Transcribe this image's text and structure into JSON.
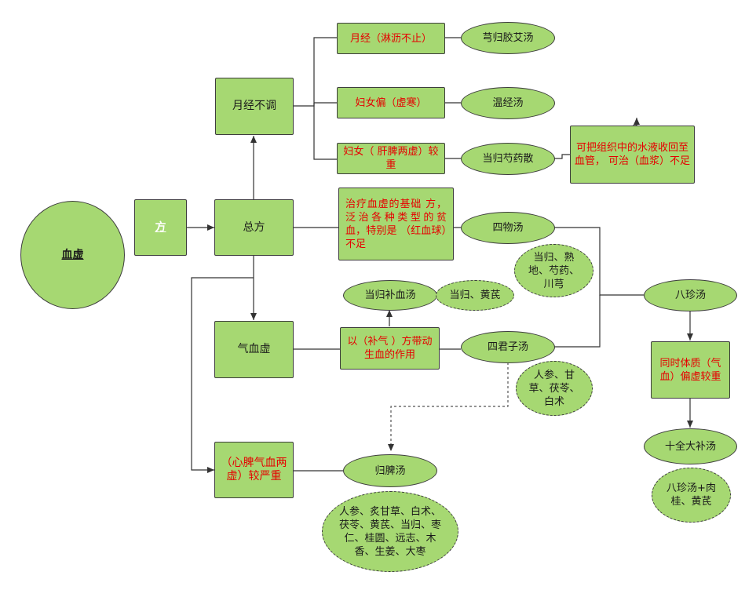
{
  "nodes": {
    "root": "血虚",
    "fang": "方",
    "zongfang": "总方",
    "yuejing_butiao": "月经不调",
    "qixuexu": "气血虚",
    "xinpi": "（心脾气血两虚）较严重",
    "yuejing_linli": "月经（淋沥不止）",
    "fuyu_xuhan": "妇女偏（虚寒）",
    "fuyu_ganpi": "妇女（ 肝脾两虚）较重",
    "xionggui": "芎归胶艾汤",
    "wenjing": "温经汤",
    "danggui_shaoyao": "当归芍药散",
    "shuiye_note": "可把组织中的水液收回至血管， 可治（血浆）不足",
    "zhiliao_note": "治疗血虚的基础 方，泛治各种类型的贫血，特别是 （红血球）不足",
    "siwu": "四物汤",
    "siwu_herbs": "当归、熟地、芍药、川芎",
    "danggui_buxue": "当归补血汤",
    "buxue_herbs": "当归、黄芪",
    "buqi_note": "以（补气 ）方带动生血的作用",
    "sijunzi": "四君子汤",
    "sijunzi_herbs": "人参、甘草、茯苓、白术",
    "bazhen": "八珍汤",
    "tizhi_note": "同时体质（气血）偏虚较重",
    "shiquan": "十全大补汤",
    "shiquan_herbs": "八珍汤+肉桂、黄芪",
    "guipi": "归脾汤",
    "guipi_herbs": "人参、炙甘草、白术、茯苓、黄芪、当归、枣仁、桂圆、远志、木香、生姜、大枣"
  },
  "colors": {
    "node_fill": "#a6d872",
    "node_border": "#3d3d3d",
    "red_text": "#e60000",
    "connector": "#333333"
  }
}
